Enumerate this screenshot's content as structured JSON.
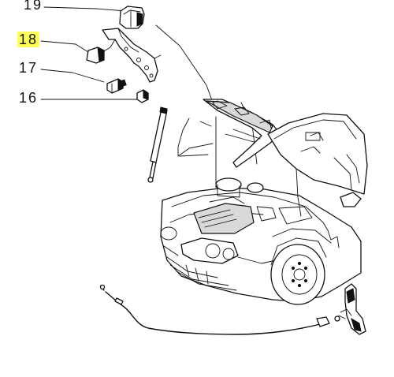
{
  "callouts": {
    "c19": "19",
    "c18": "18",
    "c17": "17",
    "c16": "16"
  },
  "highlight_color": "#ffff55",
  "parts": [
    {
      "ref": "19",
      "name": "bump-stop-icon"
    },
    {
      "ref": "18",
      "name": "hinge-bracket-icon"
    },
    {
      "ref": "17",
      "name": "bolt-icon"
    },
    {
      "ref": "16",
      "name": "nut-icon"
    }
  ]
}
